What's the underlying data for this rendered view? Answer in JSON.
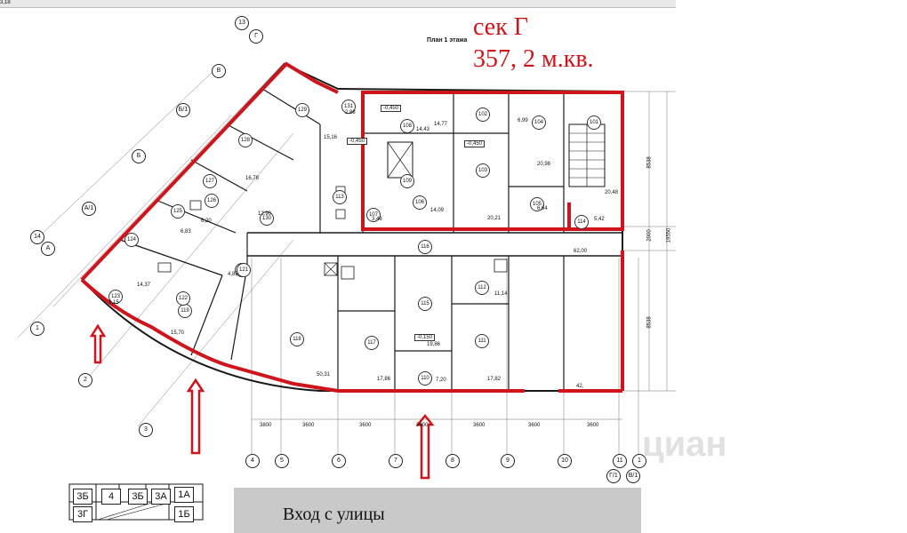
{
  "header": {
    "section_title": "сек Г",
    "section_area": "357, 2 м.кв.",
    "plan_label": "План 1 этажа"
  },
  "footer": {
    "entry_label": "Вход с улицы"
  },
  "watermark": "циан",
  "grid_axes": {
    "bottom": [
      "4",
      "5",
      "6",
      "7",
      "8",
      "9",
      "10",
      "11",
      "1"
    ],
    "bottom_extra": [
      "Г/1",
      "В/1"
    ],
    "left": [
      "14",
      "А",
      "А/1",
      "Б",
      "Б/1",
      "В",
      "13",
      "Г"
    ],
    "arc": [
      "1",
      "2",
      "3"
    ]
  },
  "bottom_dims": [
    "3800",
    "3600",
    "3600",
    "3600",
    "3600",
    "3600",
    "3600"
  ],
  "right_dims": [
    "8538",
    "2000",
    "8538",
    "19550"
  ],
  "rooms": [
    {
      "no": "101",
      "area": "20,48"
    },
    {
      "no": "102",
      "area": "6,99"
    },
    {
      "no": "103",
      "area": "20,21"
    },
    {
      "no": "104",
      "area": "20,98"
    },
    {
      "no": "105",
      "area": "6,64"
    },
    {
      "no": "106",
      "area": "14,09"
    },
    {
      "no": "107",
      "area": "3,48"
    },
    {
      "no": "108",
      "area": "14,77"
    },
    {
      "no": "109",
      "area": ""
    },
    {
      "no": "110",
      "area": "7,20"
    },
    {
      "no": "111",
      "area": "17,82"
    },
    {
      "no": "112",
      "area": "11,14"
    },
    {
      "no": "113",
      "area": ""
    },
    {
      "no": "114",
      "area": "5,42"
    },
    {
      "no": "115",
      "area": "19,86"
    },
    {
      "no": "116",
      "area": "62,00"
    },
    {
      "no": "117",
      "area": "17,86"
    },
    {
      "no": "118",
      "area": "50,31"
    },
    {
      "no": "119",
      "area": "15,70"
    },
    {
      "no": "120",
      "area": "4,85"
    },
    {
      "no": "121",
      "area": ""
    },
    {
      "no": "122",
      "area": "3,18"
    },
    {
      "no": "123",
      "area": "3,15"
    },
    {
      "no": "124",
      "area": "14,37"
    },
    {
      "no": "125",
      "area": "6,83"
    },
    {
      "no": "126",
      "area": "6,20"
    },
    {
      "no": "127",
      "area": ""
    },
    {
      "no": "128",
      "area": "16,78"
    },
    {
      "no": "129",
      "area": ""
    },
    {
      "no": "130",
      "area": "12,90"
    },
    {
      "no": "131",
      "area": "2,88"
    }
  ],
  "levels": [
    "-0,450",
    "-0,450",
    "-0,450",
    "-0,150"
  ],
  "extra_labels": [
    "15,16",
    "14,43",
    "42,"
  ],
  "mini_plan": {
    "labels": [
      "3Б",
      "4",
      "3Б",
      "3А",
      "3Г",
      "1А",
      "1Б"
    ]
  },
  "colors": {
    "outline_red": "#d0141b",
    "arrow_red": "#d0141b",
    "plan_ink": "#1a1a1a",
    "entry_bg": "#c9c9c9"
  }
}
